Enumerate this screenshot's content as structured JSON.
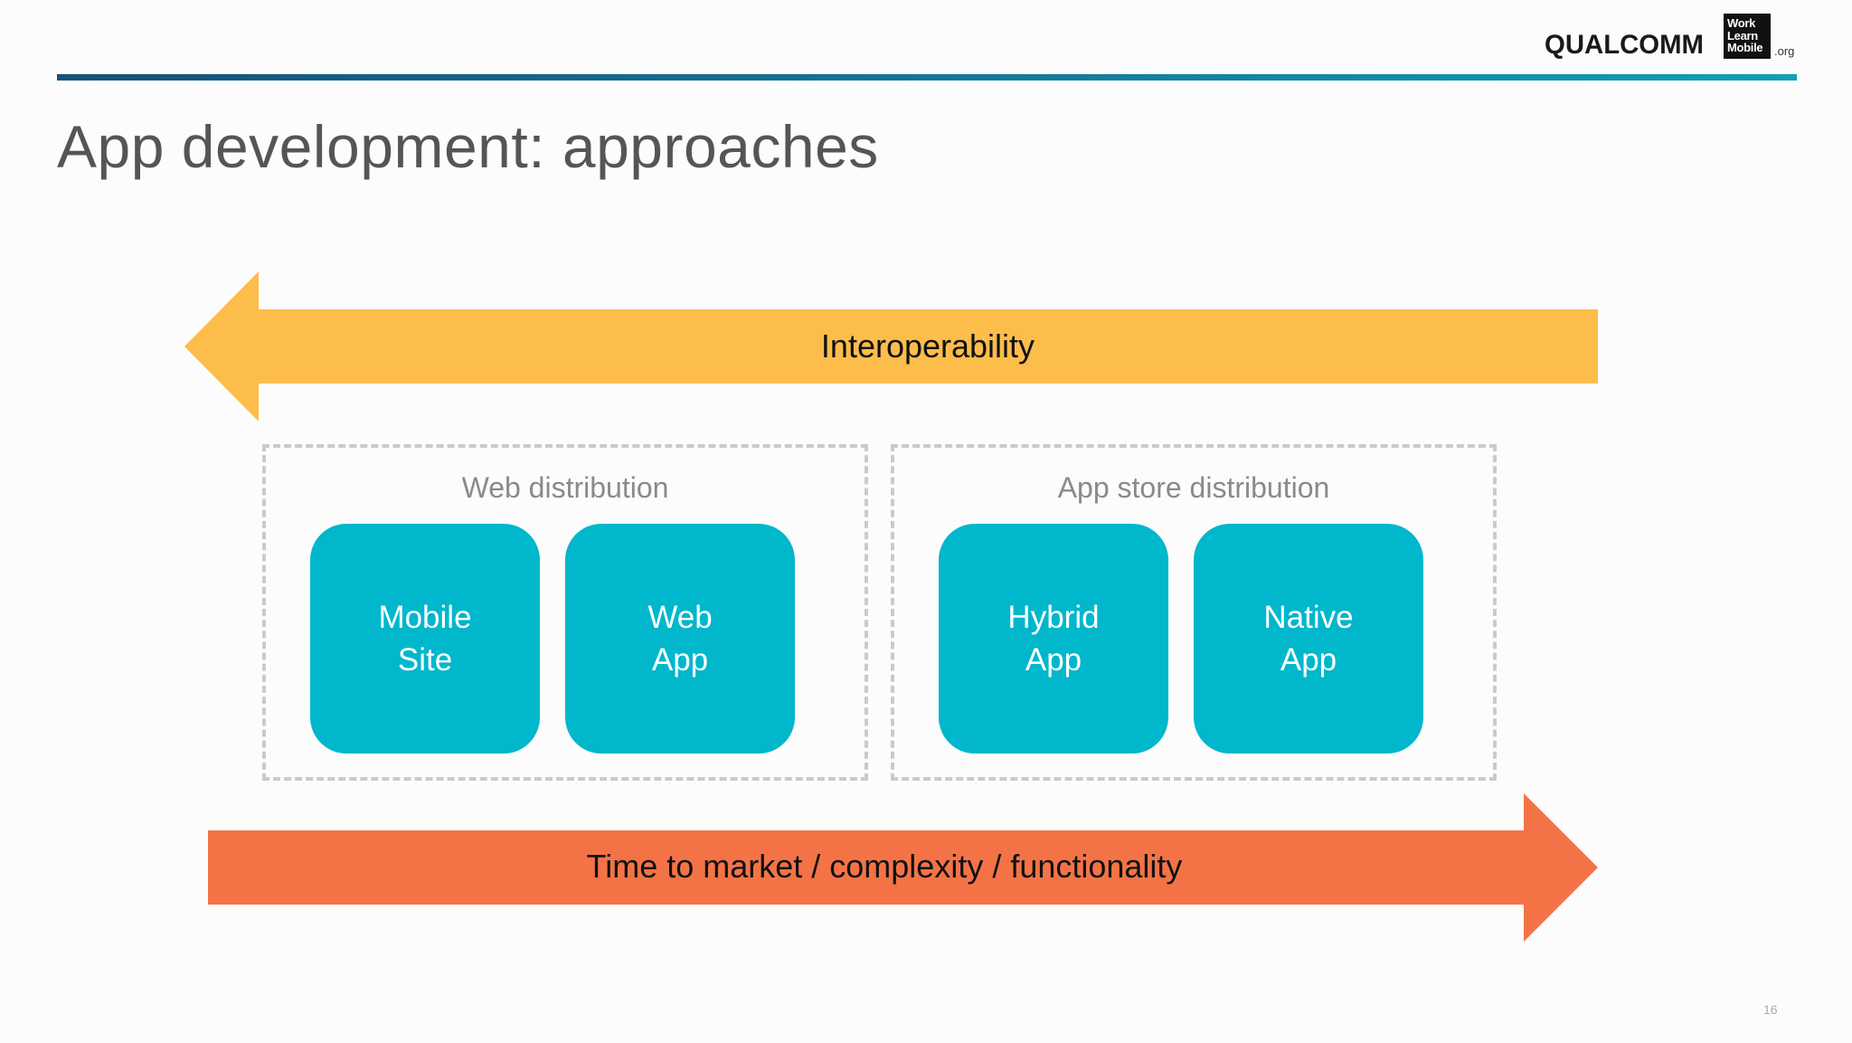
{
  "title": "App development: approaches",
  "logos": {
    "qualcomm": "QUALCOMM",
    "wlm_lines": [
      "Work",
      "Learn",
      "Mobile"
    ],
    "wlm_suffix": ".org"
  },
  "arrows": {
    "top": {
      "label": "Interoperability",
      "direction": "left",
      "color": "#fdbd4b"
    },
    "bottom": {
      "label": "Time to market / complexity / functionality",
      "direction": "right",
      "color": "#f47346"
    }
  },
  "groups": [
    {
      "label": "Web distribution",
      "tiles": [
        {
          "line1": "Mobile",
          "line2": "Site"
        },
        {
          "line1": "Web",
          "line2": "App"
        }
      ]
    },
    {
      "label": "App store distribution",
      "tiles": [
        {
          "line1": "Hybrid",
          "line2": "App"
        },
        {
          "line1": "Native",
          "line2": "App"
        }
      ]
    }
  ],
  "colors": {
    "tile": "#00b7cc",
    "header_bar": "#15517a"
  },
  "page_number": "16"
}
